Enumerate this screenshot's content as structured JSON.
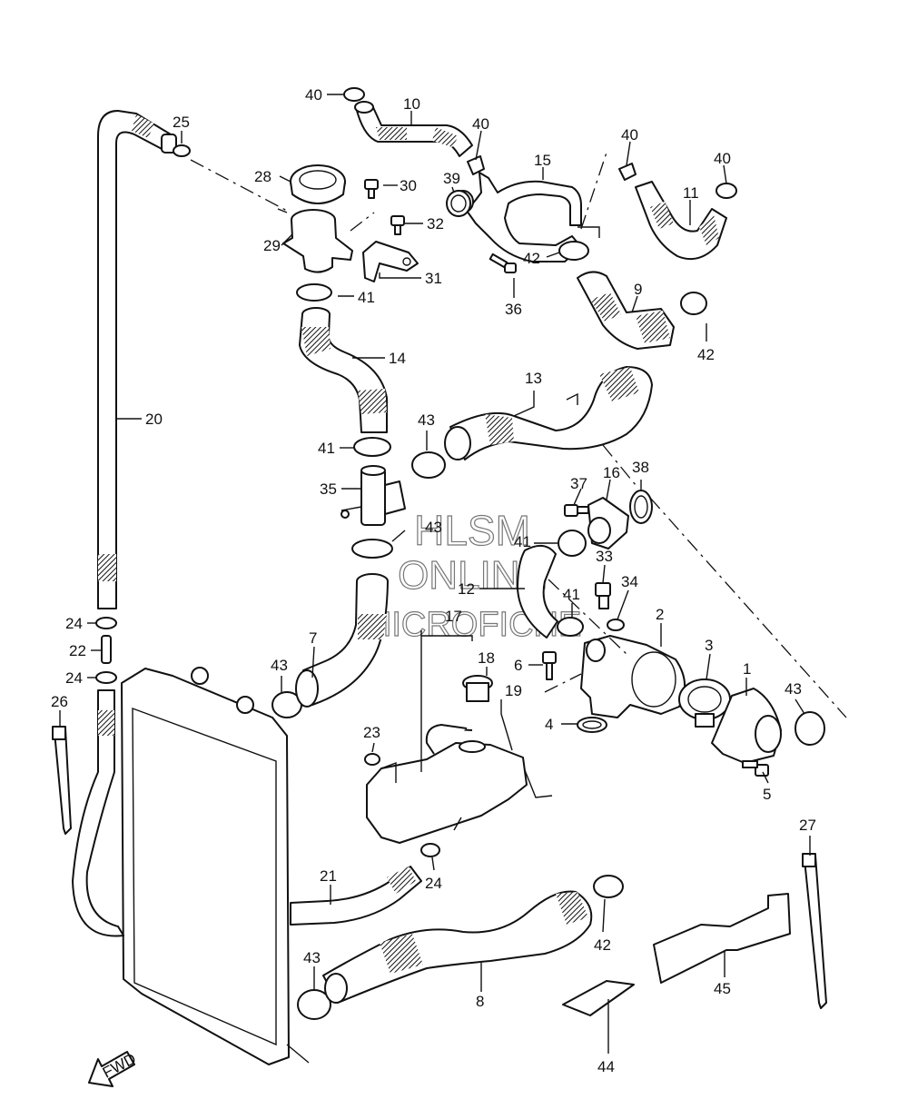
{
  "watermark": {
    "line1": "HLSM",
    "line2": "ONLINE",
    "line3": "MICROFICHE"
  },
  "fwd_label": "FWD",
  "callouts": [
    {
      "id": "c40a",
      "text": "40"
    },
    {
      "id": "c10",
      "text": "10"
    },
    {
      "id": "c25",
      "text": "25"
    },
    {
      "id": "c40b",
      "text": "40"
    },
    {
      "id": "c15",
      "text": "15"
    },
    {
      "id": "c39",
      "text": "39"
    },
    {
      "id": "c40c",
      "text": "40"
    },
    {
      "id": "c40d",
      "text": "40"
    },
    {
      "id": "c11",
      "text": "11"
    },
    {
      "id": "c28",
      "text": "28"
    },
    {
      "id": "c30",
      "text": "30"
    },
    {
      "id": "c32",
      "text": "32"
    },
    {
      "id": "c29",
      "text": "29"
    },
    {
      "id": "c31",
      "text": "31"
    },
    {
      "id": "c42a",
      "text": "42"
    },
    {
      "id": "c36",
      "text": "36"
    },
    {
      "id": "c9",
      "text": "9"
    },
    {
      "id": "c41a",
      "text": "41"
    },
    {
      "id": "c42b",
      "text": "42"
    },
    {
      "id": "c14",
      "text": "14"
    },
    {
      "id": "c13",
      "text": "13"
    },
    {
      "id": "c20",
      "text": "20"
    },
    {
      "id": "c43a",
      "text": "43"
    },
    {
      "id": "c41b",
      "text": "41"
    },
    {
      "id": "c37",
      "text": "37"
    },
    {
      "id": "c16",
      "text": "16"
    },
    {
      "id": "c38",
      "text": "38"
    },
    {
      "id": "c35",
      "text": "35"
    },
    {
      "id": "c43b",
      "text": "43"
    },
    {
      "id": "c41c",
      "text": "41"
    },
    {
      "id": "c33",
      "text": "33"
    },
    {
      "id": "c12",
      "text": "12"
    },
    {
      "id": "c34",
      "text": "34"
    },
    {
      "id": "c41d",
      "text": "41"
    },
    {
      "id": "c24a",
      "text": "24"
    },
    {
      "id": "c17",
      "text": "17"
    },
    {
      "id": "c2",
      "text": "2"
    },
    {
      "id": "c22",
      "text": "22"
    },
    {
      "id": "c7",
      "text": "7"
    },
    {
      "id": "c18",
      "text": "18"
    },
    {
      "id": "c3",
      "text": "3"
    },
    {
      "id": "c1",
      "text": "1"
    },
    {
      "id": "c6",
      "text": "6"
    },
    {
      "id": "c24b",
      "text": "24"
    },
    {
      "id": "c43c",
      "text": "43"
    },
    {
      "id": "c19",
      "text": "19"
    },
    {
      "id": "c43d",
      "text": "43"
    },
    {
      "id": "c26",
      "text": "26"
    },
    {
      "id": "c4",
      "text": "4"
    },
    {
      "id": "c23",
      "text": "23"
    },
    {
      "id": "c5",
      "text": "5"
    },
    {
      "id": "c27",
      "text": "27"
    },
    {
      "id": "c21",
      "text": "21"
    },
    {
      "id": "c24c",
      "text": "24"
    },
    {
      "id": "c42c",
      "text": "42"
    },
    {
      "id": "c43e",
      "text": "43"
    },
    {
      "id": "c45",
      "text": "45"
    },
    {
      "id": "c8",
      "text": "8"
    },
    {
      "id": "c44",
      "text": "44"
    }
  ]
}
